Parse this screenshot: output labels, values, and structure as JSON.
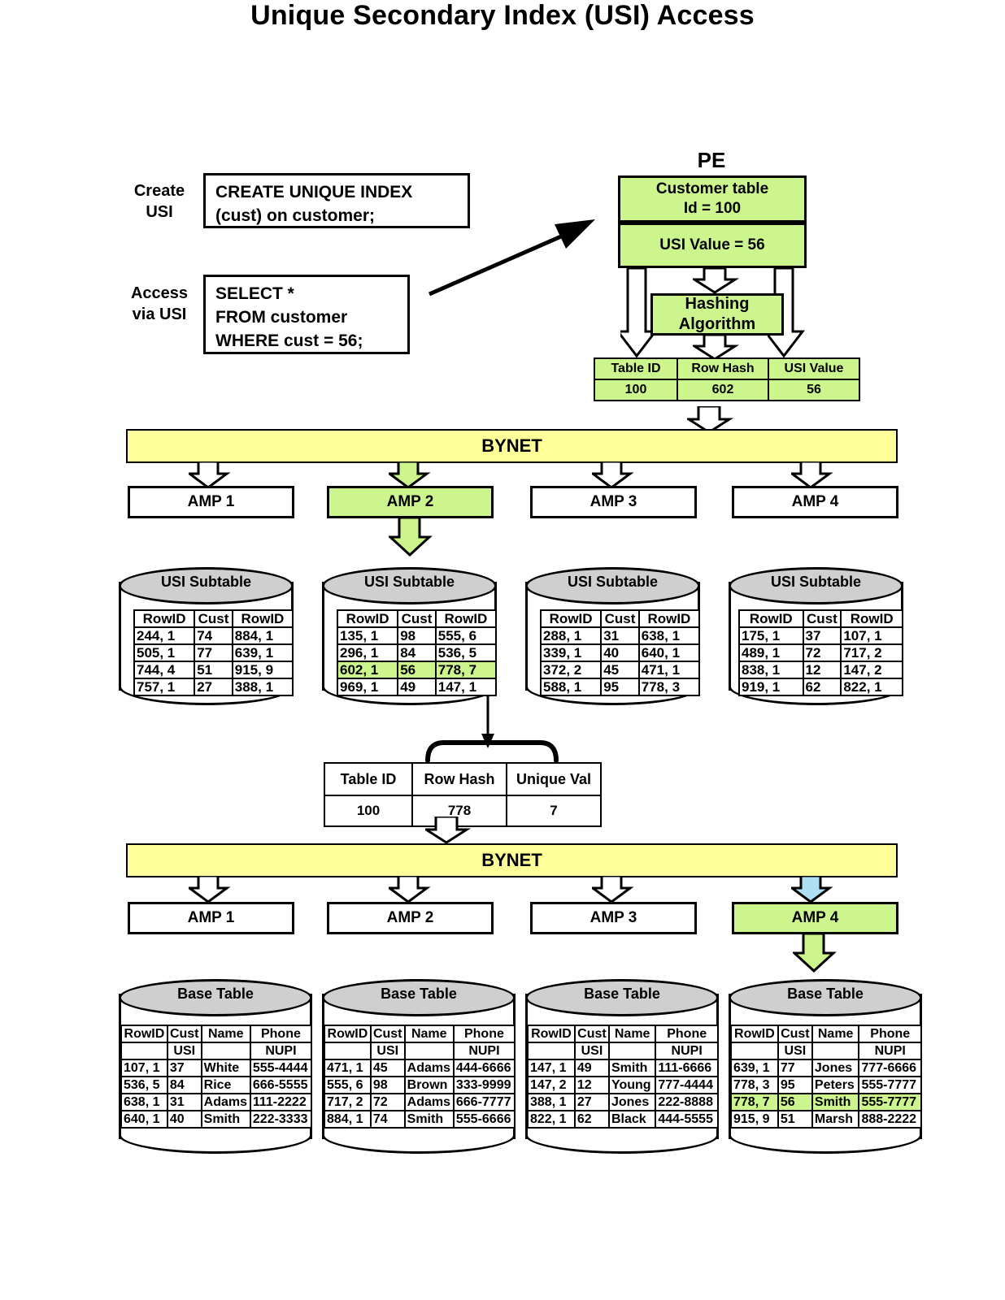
{
  "title": "Unique Secondary Index (USI) Access",
  "colors": {
    "highlight_green": "#cdf58d",
    "bynet_yellow": "#ffff99",
    "cylinder_top_gray": "#cfcfcf",
    "cyan_arrow": "#aee0f5"
  },
  "left_labels": {
    "create": "Create\nUSI",
    "create_line1": "Create",
    "create_line2": "USI",
    "access_line1": "Access",
    "access_line2": "via USI"
  },
  "sql": {
    "create_stmt_line1": "CREATE UNIQUE INDEX",
    "create_stmt_line2": "(cust) on customer;",
    "select_line1": "SELECT   *",
    "select_line2": "FROM       customer",
    "select_line3": "WHERE   cust = 56;"
  },
  "pe": {
    "label": "PE",
    "customer_table_line1": "Customer table",
    "customer_table_line2": "Id = 100",
    "usi_value": "USI Value = 56",
    "hashing_line1": "Hashing",
    "hashing_line2": "Algorithm",
    "result": {
      "headers": [
        "Table ID",
        "Row Hash",
        "USI Value"
      ],
      "values": [
        "100",
        "602",
        "56"
      ]
    }
  },
  "bynet_label": "BYNET",
  "amps_top": [
    {
      "label": "AMP 1",
      "active": false
    },
    {
      "label": "AMP 2",
      "active": true
    },
    {
      "label": "AMP 3",
      "active": false
    },
    {
      "label": "AMP 4",
      "active": false
    }
  ],
  "amps_bottom": [
    {
      "label": "AMP 1",
      "active": false
    },
    {
      "label": "AMP 2",
      "active": false
    },
    {
      "label": "AMP 3",
      "active": false
    },
    {
      "label": "AMP 4",
      "active": true
    }
  ],
  "usi_subtables": {
    "title": "USI Subtable",
    "headers": [
      "RowID",
      "Cust",
      "RowID"
    ],
    "tables": [
      {
        "rows": [
          {
            "cells": [
              "244, 1",
              "74",
              "884, 1"
            ],
            "highlight": false
          },
          {
            "cells": [
              "505, 1",
              "77",
              "639, 1"
            ],
            "highlight": false
          },
          {
            "cells": [
              "744, 4",
              "51",
              "915, 9"
            ],
            "highlight": false
          },
          {
            "cells": [
              "757, 1",
              "27",
              "388, 1"
            ],
            "highlight": false
          }
        ]
      },
      {
        "rows": [
          {
            "cells": [
              "135, 1",
              "98",
              "555, 6"
            ],
            "highlight": false
          },
          {
            "cells": [
              "296, 1",
              "84",
              "536, 5"
            ],
            "highlight": false
          },
          {
            "cells": [
              "602, 1",
              "56",
              "778, 7"
            ],
            "highlight": true
          },
          {
            "cells": [
              "969, 1",
              "49",
              "147, 1"
            ],
            "highlight": false
          }
        ]
      },
      {
        "rows": [
          {
            "cells": [
              "288, 1",
              "31",
              "638, 1"
            ],
            "highlight": false
          },
          {
            "cells": [
              "339, 1",
              "40",
              "640, 1"
            ],
            "highlight": false
          },
          {
            "cells": [
              "372, 2",
              "45",
              "471, 1"
            ],
            "highlight": false
          },
          {
            "cells": [
              "588, 1",
              "95",
              "778, 3"
            ],
            "highlight": false
          }
        ]
      },
      {
        "rows": [
          {
            "cells": [
              "175, 1",
              "37",
              "107, 1"
            ],
            "highlight": false
          },
          {
            "cells": [
              "489, 1",
              "72",
              "717, 2"
            ],
            "highlight": false
          },
          {
            "cells": [
              "838, 1",
              "12",
              "147, 2"
            ],
            "highlight": false
          },
          {
            "cells": [
              "919, 1",
              "62",
              "822, 1"
            ],
            "highlight": false
          }
        ]
      }
    ]
  },
  "middle_lookup": {
    "headers": [
      "Table ID",
      "Row Hash",
      "Unique Val"
    ],
    "values": [
      "100",
      "778",
      "7"
    ]
  },
  "base_tables": {
    "title": "Base Table",
    "headers": [
      "RowID",
      "Cust",
      "Name",
      "Phone"
    ],
    "subheaders": [
      "",
      "USI",
      "",
      "NUPI"
    ],
    "tables": [
      {
        "rows": [
          {
            "cells": [
              "107, 1",
              "37",
              "White",
              "555-4444"
            ],
            "highlight": false
          },
          {
            "cells": [
              "536, 5",
              "84",
              "Rice",
              "666-5555"
            ],
            "highlight": false
          },
          {
            "cells": [
              "638, 1",
              "31",
              "Adams",
              "111-2222"
            ],
            "highlight": false
          },
          {
            "cells": [
              "640, 1",
              "40",
              "Smith",
              "222-3333"
            ],
            "highlight": false
          }
        ]
      },
      {
        "rows": [
          {
            "cells": [
              "471, 1",
              "45",
              "Adams",
              "444-6666"
            ],
            "highlight": false
          },
          {
            "cells": [
              "555, 6",
              "98",
              "Brown",
              "333-9999"
            ],
            "highlight": false
          },
          {
            "cells": [
              "717, 2",
              "72",
              "Adams",
              "666-7777"
            ],
            "highlight": false
          },
          {
            "cells": [
              "884, 1",
              "74",
              "Smith",
              "555-6666"
            ],
            "highlight": false
          }
        ]
      },
      {
        "rows": [
          {
            "cells": [
              "147, 1",
              "49",
              "Smith",
              "111-6666"
            ],
            "highlight": false
          },
          {
            "cells": [
              "147, 2",
              "12",
              "Young",
              "777-4444"
            ],
            "highlight": false
          },
          {
            "cells": [
              "388, 1",
              "27",
              "Jones",
              "222-8888"
            ],
            "highlight": false
          },
          {
            "cells": [
              "822, 1",
              "62",
              "Black",
              "444-5555"
            ],
            "highlight": false
          }
        ]
      },
      {
        "rows": [
          {
            "cells": [
              "639, 1",
              "77",
              "Jones",
              "777-6666"
            ],
            "highlight": false
          },
          {
            "cells": [
              "778, 3",
              "95",
              "Peters",
              "555-7777"
            ],
            "highlight": false
          },
          {
            "cells": [
              "778, 7",
              "56",
              "Smith",
              "555-7777"
            ],
            "highlight": true
          },
          {
            "cells": [
              "915, 9",
              "51",
              "Marsh",
              "888-2222"
            ],
            "highlight": false
          }
        ]
      }
    ]
  }
}
